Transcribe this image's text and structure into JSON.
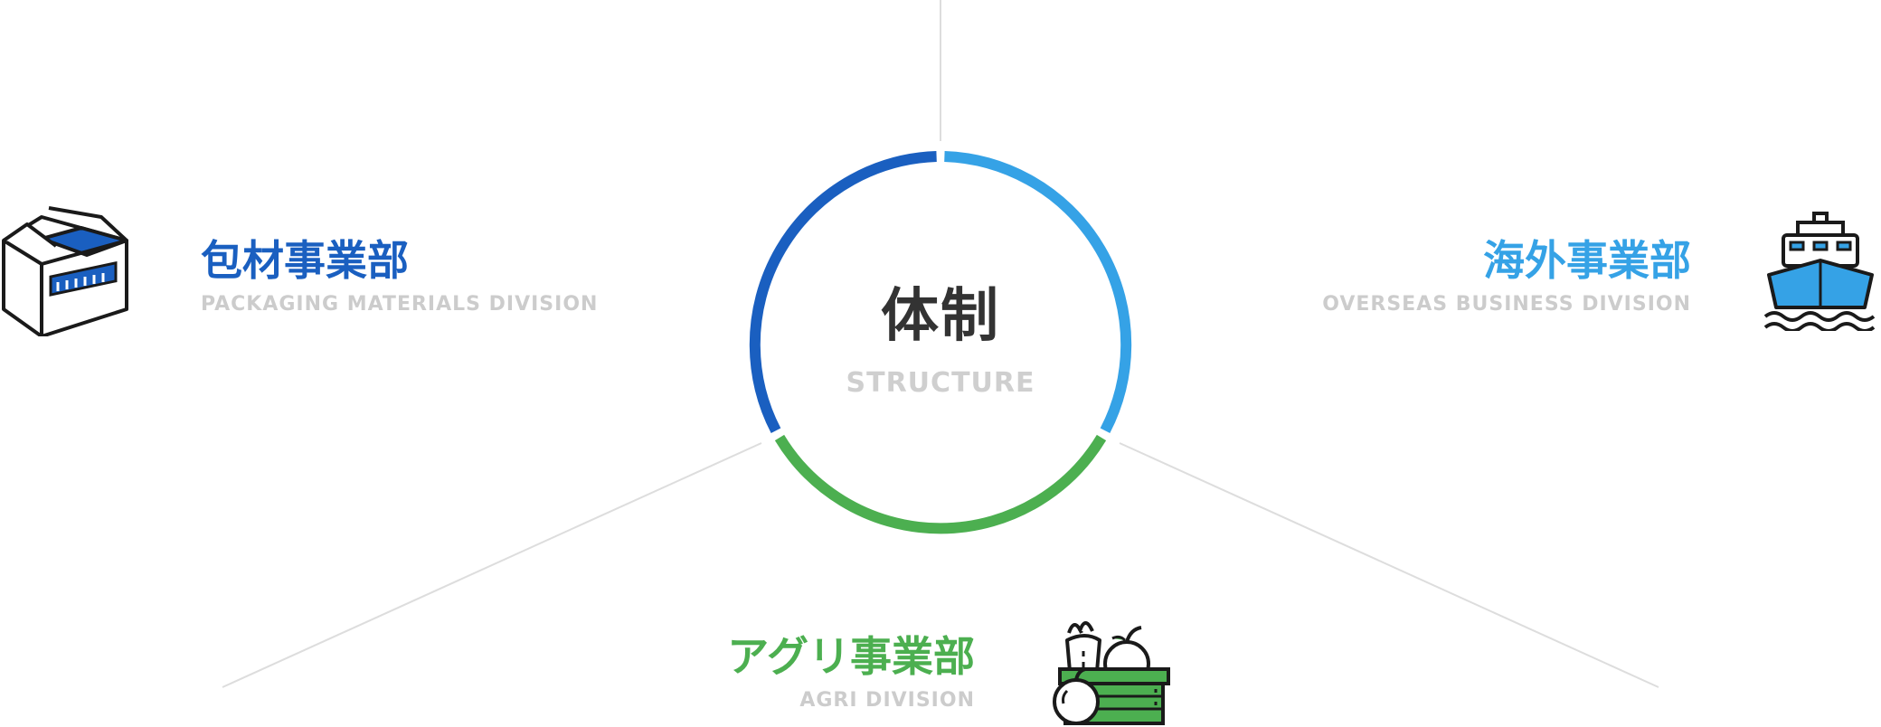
{
  "center": {
    "title": "体制",
    "subtitle": "STRUCTURE"
  },
  "divisions": [
    {
      "id": "packaging",
      "title": "包材事業部",
      "subtitle": "PACKAGING MATERIALS DIVISION",
      "color": "#1a5fc0",
      "icon": "box-icon"
    },
    {
      "id": "overseas",
      "title": "海外事業部",
      "subtitle": "OVERSEAS BUSINESS DIVISION",
      "color": "#35a2e6",
      "icon": "ship-icon"
    },
    {
      "id": "agri",
      "title": "アグリ事業部",
      "subtitle": "AGRI DIVISION",
      "color": "#4caf50",
      "icon": "vegetable-basket-icon"
    }
  ],
  "colors": {
    "divider_line": "#dddddd",
    "center_title": "#333333",
    "subtitle_gray": "#cccccc"
  }
}
